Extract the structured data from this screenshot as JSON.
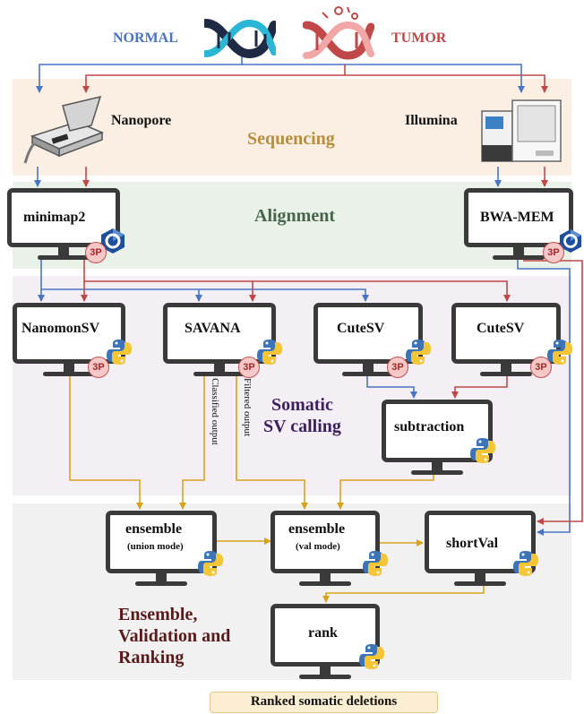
{
  "colors": {
    "normal": "#4a74c4",
    "tumor": "#c04848",
    "flow": "#d9a21b",
    "sequencing_band": "#fbeee3",
    "alignment_band": "#e9f1e9",
    "somatic_band": "#f4eff5",
    "ensemble_band": "#f1f1f1"
  },
  "samples": {
    "normal": "NORMAL",
    "tumor": "TUMOR"
  },
  "stages": {
    "sequencing": "Sequencing",
    "alignment": "Alignment",
    "somatic": "Somatic\nSV calling",
    "ensemble": "Ensemble,\nValidation and\nRanking"
  },
  "devices": {
    "nanopore": "Nanopore",
    "illumina": "Illumina"
  },
  "tools": {
    "minimap2": "minimap2",
    "bwa": "BWA-MEM",
    "nanomonsv": "NanomonSV",
    "savana": "SAVANA",
    "cutesv_long": "CuteSV",
    "cutesv_short": "CuteSV",
    "subtraction": "subtraction",
    "ensemble_union": "ensemble",
    "ensemble_union_mode": "(union mode)",
    "ensemble_val": "ensemble",
    "ensemble_val_mode": "(val mode)",
    "shortval": "shortVal",
    "rank": "rank"
  },
  "badges": {
    "third_party": "3P"
  },
  "edge_labels": {
    "classified": "Classified output",
    "filtered": "Filtered output"
  },
  "output": "Ranked somatic deletions",
  "icons": [
    "dna-icon",
    "tumor-dna-icon",
    "nanopore-device-icon",
    "illumina-sequencer-icon",
    "cpp-icon",
    "python-icon",
    "3p-badge-icon"
  ]
}
